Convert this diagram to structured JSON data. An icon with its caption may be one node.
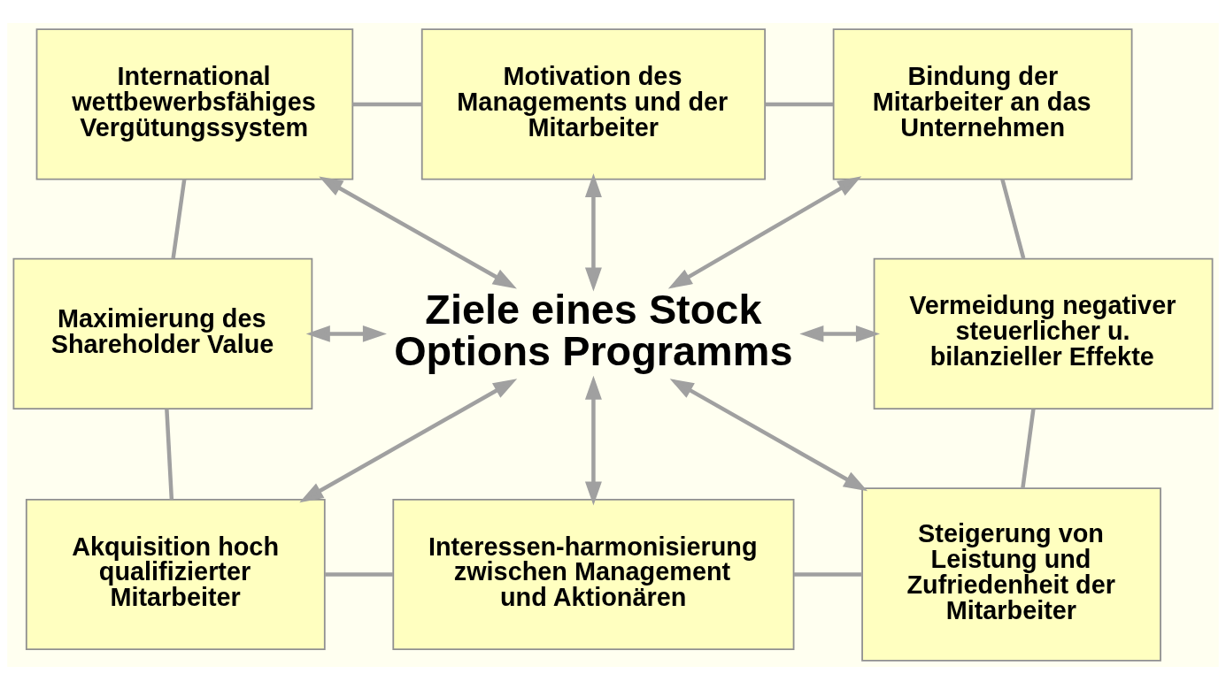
{
  "diagram": {
    "nodes": [
      {
        "text": [
          "International wettbewerbsfähiges Vergütungssystem"
        ]
      },
      {
        "text": [
          "Motivation des Managements und der Mitarbeiter"
        ]
      },
      {
        "text": [
          "Bindung der Mitarbeiter an das Unternehmen"
        ]
      },
      {
        "text": [
          "Maximierung des Shareholder Value"
        ]
      },
      {
        "text": [
          "Ziele eines Stock Options Programms"
        ]
      },
      {
        "text": [
          "Vermeidung negativer steuerlicher u. bilanzieller Effekte"
        ]
      },
      {
        "text": [
          "Akquisition hoch qualifizierter Mitarbeiter"
        ]
      },
      {
        "text": [
          "Interessen-harmonisierung zwischen Management und Aktionären"
        ]
      },
      {
        "text": [
          "Steigerung von Leistung und Zufriedenheit der Mitarbeiter"
        ]
      }
    ],
    "edges": [
      {
        "from": 0,
        "to": 4,
        "arrow": "both"
      },
      {
        "from": 1,
        "to": 4,
        "arrow": "both"
      },
      {
        "from": 2,
        "to": 4,
        "arrow": "both"
      },
      {
        "from": 3,
        "to": 4,
        "arrow": "both"
      },
      {
        "from": 4,
        "to": 5,
        "arrow": "both"
      },
      {
        "from": 4,
        "to": 6,
        "arrow": "both"
      },
      {
        "from": 4,
        "to": 7,
        "arrow": "both"
      },
      {
        "from": 4,
        "to": 8,
        "arrow": "both"
      },
      {
        "from": 0,
        "to": 1,
        "arrow": "none"
      },
      {
        "from": 1,
        "to": 2,
        "arrow": "none"
      },
      {
        "from": 2,
        "to": 5,
        "arrow": "none"
      },
      {
        "from": 5,
        "to": 8,
        "arrow": "none"
      },
      {
        "from": 7,
        "to": 8,
        "arrow": "none"
      },
      {
        "from": 6,
        "to": 7,
        "arrow": "none"
      },
      {
        "from": 3,
        "to": 6,
        "arrow": "none"
      },
      {
        "from": 0,
        "to": 3,
        "arrow": "none"
      }
    ]
  }
}
